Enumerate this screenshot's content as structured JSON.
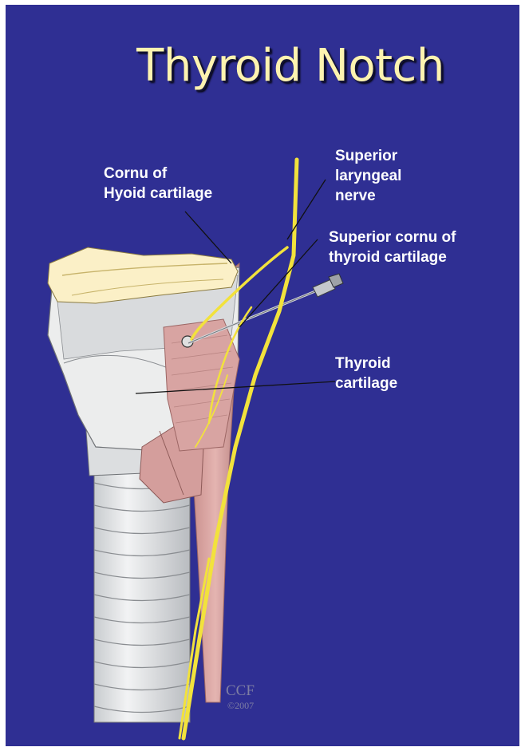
{
  "title": "Thyroid Notch",
  "labels": {
    "cornu_hyoid": "Cornu of\nHyoid cartilage",
    "superior_laryngeal_nerve": "Superior\nlaryngeal\nnerve",
    "superior_cornu_thyroid": "Superior cornu of\nthyroid cartilage",
    "thyroid_cartilage": "Thyroid\ncartilage"
  },
  "watermark": {
    "mark": "CCF",
    "year": "©2007"
  },
  "colors": {
    "background": "#2f2f93",
    "title": "#fdf3b0",
    "label_text": "#ffffff",
    "nerve": "#f2e23c",
    "cartilage": "#eeeeee",
    "muscle": "#d8a4a2"
  }
}
